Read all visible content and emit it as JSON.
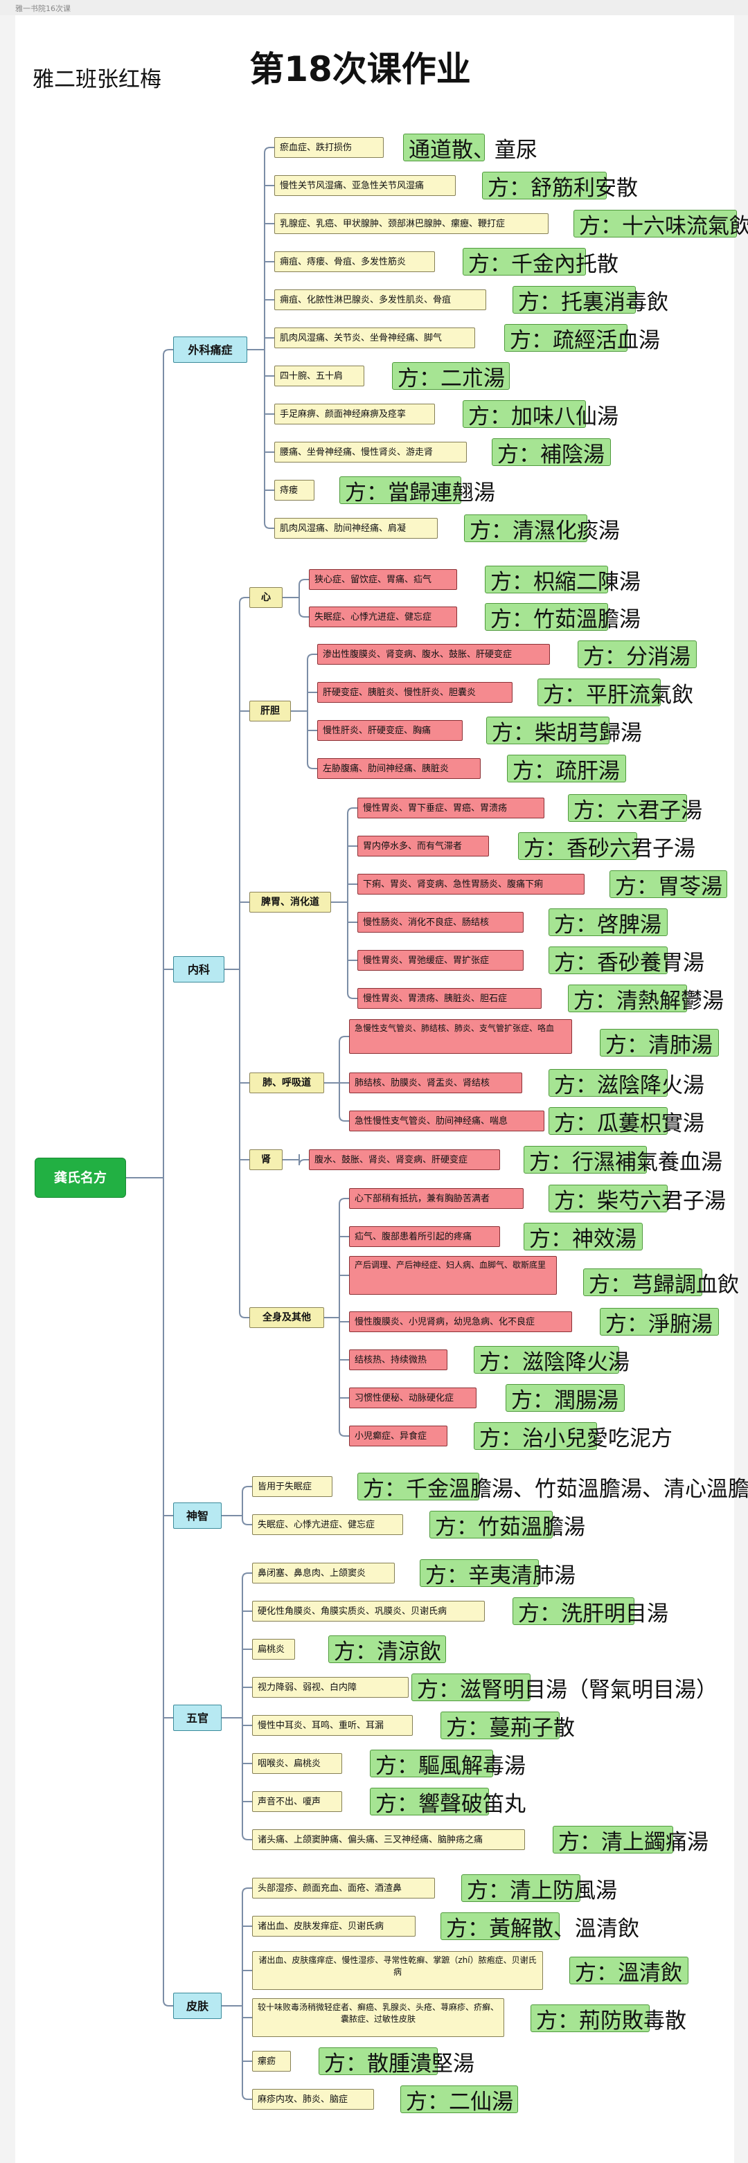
{
  "header": {
    "breadcrumb": "雅一书院16次课"
  },
  "title": "第18次课作业",
  "author": "雅二班张红梅",
  "root": "龚氏名方",
  "categories": {
    "waike": "外科痛症",
    "neike": "内科",
    "shenzhi": "神智",
    "wuguan": "五官",
    "pifu": "皮肤"
  },
  "subcategories": {
    "xin": "心",
    "gandan": "肝胆",
    "piwei": "脾胃、消化道",
    "fei": "肺、呼吸道",
    "shen": "肾",
    "quanshen": "全身及其他"
  },
  "items": [
    {
      "ind": "瘀血症、跌打损伤",
      "rx": "通道散、童尿"
    },
    {
      "ind": "慢性关节风湿痛、亚急性关节风湿痛",
      "rx": "方：舒筋利安散"
    },
    {
      "ind": "乳腺症、乳癌、甲状腺肿、颈部淋巴腺肿、瘰癧、鞭打症",
      "rx": "方：十六味流氣飲"
    },
    {
      "ind": "痈疽、痔瘘、骨疽、多发性筋炎",
      "rx": "方：千金內托散"
    },
    {
      "ind": "痈疽、化脓性淋巴腺炎、多发性肌炎、骨疽",
      "rx": "方：托裏消毒飲"
    },
    {
      "ind": "肌肉风湿痛、关节炎、坐骨神经痛、脚气",
      "rx": "方：疏經活血湯"
    },
    {
      "ind": "四十腕、五十肩",
      "rx": "方：二朮湯"
    },
    {
      "ind": "手足麻痹、颜面神经麻痹及痉挛",
      "rx": "方：加味八仙湯"
    },
    {
      "ind": "腰痛、坐骨神经痛、慢性肾炎、游走肾",
      "rx": "方：補陰湯"
    },
    {
      "ind": "痔瘘",
      "rx": "方：當歸連翹湯"
    },
    {
      "ind": "肌肉风湿痛、肋间神经痛、肩凝",
      "rx": "方：清濕化痰湯"
    },
    {
      "ind": "狭心症、留饮症、胃痛、疝气",
      "rx": "方：枳縮二陳湯"
    },
    {
      "ind": "失眠症、心悸亢进症、健忘症",
      "rx": "方：竹茹溫膽湯"
    },
    {
      "ind": "渗出性腹膜炎、肾变病、腹水、鼓胀、肝硬变症",
      "rx": "方：分消湯"
    },
    {
      "ind": "肝硬变症、胰脏炎、慢性肝炎、胆囊炎",
      "rx": "方：平肝流氣飲"
    },
    {
      "ind": "慢性肝炎、肝硬变症、胸痛",
      "rx": "方：柴胡芎歸湯"
    },
    {
      "ind": "左胁腹痛、肋间神经痛、胰脏炎",
      "rx": "方：疏肝湯"
    },
    {
      "ind": "慢性胃炎、胃下垂症、胃癌、胃溃疡",
      "rx": "方：六君子湯"
    },
    {
      "ind": "胃内停水多、而有气滞者",
      "rx": "方：香砂六君子湯"
    },
    {
      "ind": "下痢、胃炎、肾变病、急性胃肠炎、腹痛下痢",
      "rx": "方：胃苓湯"
    },
    {
      "ind": "慢性肠炎、消化不良症、肠结核",
      "rx": "方：啓脾湯"
    },
    {
      "ind": "慢性胃炎、胃弛缓症、胃扩张症",
      "rx": "方：香砂養胃湯"
    },
    {
      "ind": "慢性胃炎、胃溃疡、胰脏炎、胆石症",
      "rx": "方：清熱解鬱湯"
    },
    {
      "ind": "急慢性支气管炎、肺结核、肺炎、支气管扩张症、咯血",
      "rx": "方：清肺湯"
    },
    {
      "ind": "肺结核、肋膜炎、肾盂炎、肾结核",
      "rx": "方：滋陰降火湯"
    },
    {
      "ind": "急性慢性支气管炎、肋间神经痛、喘息",
      "rx": "方：瓜蔞枳實湯"
    },
    {
      "ind": "腹水、鼓胀、肾炎、肾变病、肝硬变症",
      "rx": "方：行濕補氣養血湯"
    },
    {
      "ind": "心下部稍有抵抗，兼有胸胁苦满者",
      "rx": "方：柴芍六君子湯"
    },
    {
      "ind": "疝气、腹部患着所引起的疼痛",
      "rx": "方：神效湯"
    },
    {
      "ind": "产后调理、产后神经症、妇人病、血脚气、歇斯底里",
      "rx": "方：芎歸調血飲"
    },
    {
      "ind": "慢性腹膜炎、小児肾病，幼児急病、化不良症",
      "rx": "方：淨腑湯"
    },
    {
      "ind": "结核热、持续微热",
      "rx": "方：滋陰降火湯"
    },
    {
      "ind": "习惯性便秘、动脉硬化症",
      "rx": "方：潤腸湯"
    },
    {
      "ind": "小児癫症、异食症",
      "rx": "方：治小兒愛吃泥方"
    },
    {
      "ind": "皆用于失眠症",
      "rx": "方：千金溫膽湯、竹茹溫膽湯、清心溫膽湯"
    },
    {
      "ind": "失眠症、心悸亢进症、健忘症",
      "rx": "方：竹茹溫膽湯"
    },
    {
      "ind": "鼻闭塞、鼻息肉、上颌窦炎",
      "rx": "方：辛夷清肺湯"
    },
    {
      "ind": "硬化性角膜炎、角膜实质炎、巩膜炎、贝谢氏病",
      "rx": "方：洗肝明目湯"
    },
    {
      "ind": "扁桃炎",
      "rx": "方：清涼飲"
    },
    {
      "ind": "视力降弱、弱视、白内障",
      "rx": "方：滋腎明目湯（腎氣明目湯）"
    },
    {
      "ind": "慢性中耳炎、耳鸣、重听、耳漏",
      "rx": "方：蔓荊子散"
    },
    {
      "ind": "咽喉炎、扁桃炎",
      "rx": "方：驅風解毒湯"
    },
    {
      "ind": "声音不出、嗄声",
      "rx": "方：響聲破笛丸"
    },
    {
      "ind": "诸头痛、上颌窦肿痛、偏头痛、三叉神经痛、脑肿疡之痛",
      "rx": "方：清上蠲痛湯"
    },
    {
      "ind": "头部湿疹、颜面充血、面疮、酒渣鼻",
      "rx": "方：清上防風湯"
    },
    {
      "ind": "诸出血、皮肤发痒症、贝谢氏病",
      "rx": "方：黃解散、溫清飲"
    },
    {
      "ind": "诸出血、皮肤瘙痒症、慢性湿疹、寻常性乾癣、掌蹠（zhí）脓疱症、贝谢氏病",
      "rx": "方：溫清飲"
    },
    {
      "ind": "较十味败毒汤稍微轻症者、癣癌、乳腺炎、头疮、荨麻疹、疥癣、囊脓症、过敏性皮肤",
      "rx": "方：荊防敗毒散"
    },
    {
      "ind": "瘰疬",
      "rx": "方：散腫潰堅湯"
    },
    {
      "ind": "麻疹内攻、肺炎、脑症",
      "rx": "方：二仙湯"
    }
  ]
}
